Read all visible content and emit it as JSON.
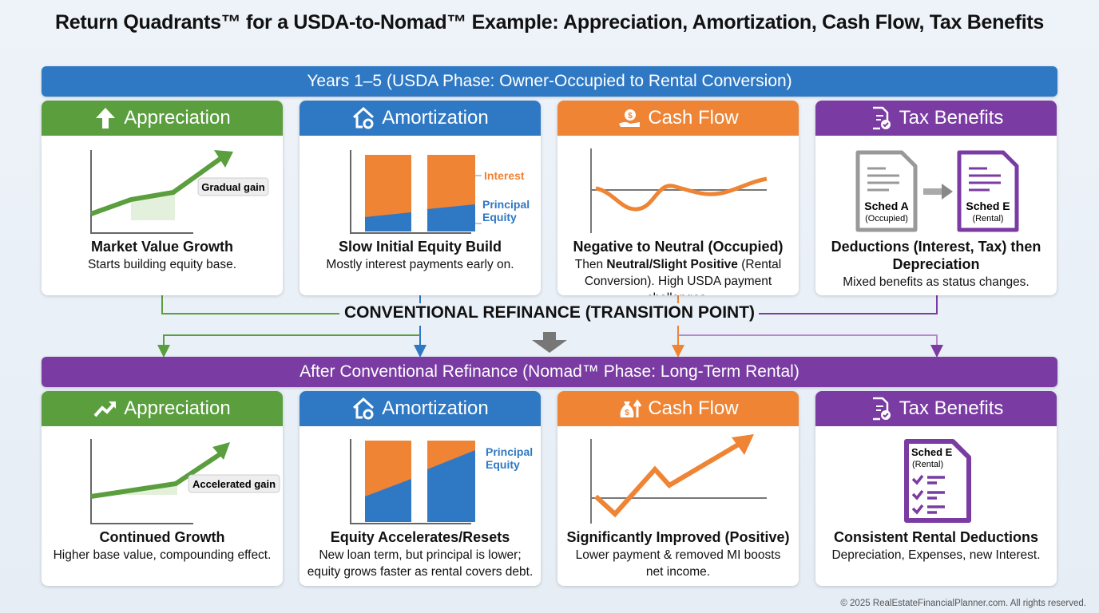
{
  "title": "Return Quadrants™ for a USDA-to-Nomad™ Example: Appreciation, Amortization, Cash Flow, Tax Benefits",
  "colors": {
    "appreciation": "#5a9e3e",
    "amortization": "#2f78c4",
    "cash_flow": "#ee8434",
    "tax": "#7a3ba3",
    "phase1": "#2f78c4",
    "phase2": "#7a3ba3"
  },
  "phase1": {
    "banner": "Years 1–5 (USDA Phase: Owner-Occupied to Rental Conversion)",
    "cards": [
      {
        "header": "Appreciation",
        "icon": "arrow-up-icon",
        "chart_label": "Gradual gain",
        "title": "Market Value Growth",
        "desc": "Starts building equity base."
      },
      {
        "header": "Amortization",
        "icon": "house-gear-icon",
        "legend_interest": "Interest",
        "legend_principal": "Principal Equity",
        "title": "Slow Initial Equity Build",
        "desc": "Mostly interest payments early on."
      },
      {
        "header": "Cash Flow",
        "icon": "money-hand-icon",
        "title": "Negative to Neutral (Occupied)",
        "desc_pre": "Then ",
        "desc_bold": "Neutral/Slight Positive",
        "desc_post": " (Rental Conversion). High USDA payment challenges."
      },
      {
        "header": "Tax Benefits",
        "icon": "document-check-icon",
        "doc_a": "Sched A",
        "doc_a_sub": "(Occupied)",
        "doc_e": "Sched E",
        "doc_e_sub": "(Rental)",
        "title": "Deductions (Interest, Tax) then Depreciation",
        "desc": "Mixed benefits as status changes."
      }
    ]
  },
  "transition": "CONVENTIONAL REFINANCE (TRANSITION POINT)",
  "phase2": {
    "banner": "After Conventional Refinance (Nomad™ Phase: Long-Term Rental)",
    "cards": [
      {
        "header": "Appreciation",
        "icon": "trend-up-icon",
        "chart_label": "Accelerated gain",
        "title": "Continued Growth",
        "desc": "Higher base value, compounding effect."
      },
      {
        "header": "Amortization",
        "icon": "house-gear-icon",
        "legend_principal": "Principal Equity",
        "title": "Equity Accelerates/Resets",
        "desc": "New loan term, but principal is lower; equity grows faster as rental covers debt."
      },
      {
        "header": "Cash Flow",
        "icon": "money-bag-up-icon",
        "title": "Significantly Improved (Positive)",
        "desc": "Lower payment & removed MI boosts net income."
      },
      {
        "header": "Tax Benefits",
        "icon": "document-check-icon",
        "doc_e": "Sched E",
        "doc_e_sub": "(Rental)",
        "title": "Consistent Rental Deductions",
        "desc": "Depreciation, Expenses, new Interest."
      }
    ]
  },
  "footer": "© 2025 RealEstateFinancialPlanner.com. All rights reserved."
}
